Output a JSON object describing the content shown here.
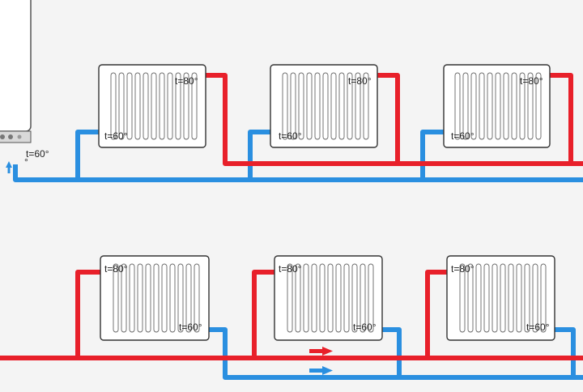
{
  "colors": {
    "hot_pipe": "#e8202a",
    "cold_pipe": "#2a8fe0",
    "radiator_fill": "#ffffff",
    "radiator_outline": "#333333",
    "background": "#f4f4f4"
  },
  "boiler": {
    "icon": "boiler-icon",
    "label": "t=60°",
    "label_marker": "°",
    "flow_arrow_icon": "up-arrow-icon"
  },
  "top_system": {
    "radiators": [
      {
        "hot_label": "t=80°",
        "cold_label": "t=60°"
      },
      {
        "hot_label": "t=80°",
        "cold_label": "t=60°"
      },
      {
        "hot_label": "t=80°",
        "cold_label": "t=60°"
      }
    ]
  },
  "bottom_system": {
    "radiators": [
      {
        "hot_label": "t=80°",
        "cold_label": "t=60°"
      },
      {
        "hot_label": "t=80°",
        "cold_label": "t=60°"
      },
      {
        "hot_label": "t=80°",
        "cold_label": "t=60°"
      }
    ],
    "flow_arrows": [
      {
        "icon": "right-arrow-icon",
        "color": "#e8202a"
      },
      {
        "icon": "right-arrow-icon",
        "color": "#2a8fe0"
      }
    ]
  }
}
